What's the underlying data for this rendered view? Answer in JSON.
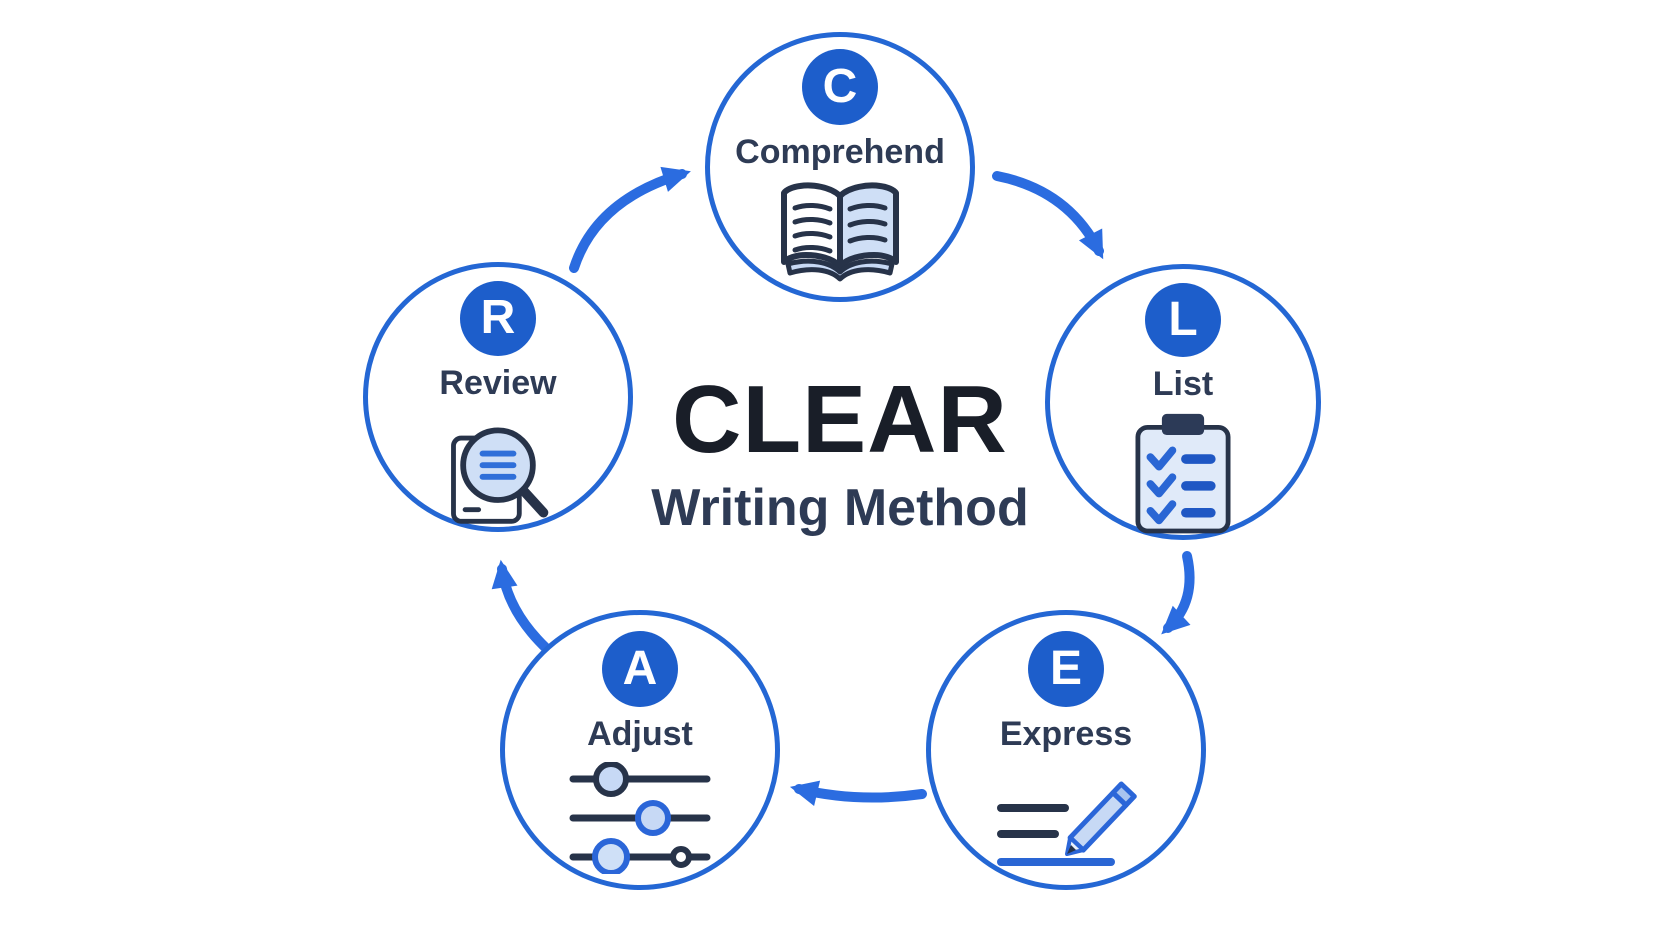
{
  "title": {
    "main": "CLEAR",
    "subtitle": "Writing Method"
  },
  "nodes": [
    {
      "letter": "C",
      "label": "Comprehend",
      "icon": "open-book-icon"
    },
    {
      "letter": "L",
      "label": "List",
      "icon": "checklist-clipboard-icon"
    },
    {
      "letter": "E",
      "label": "Express",
      "icon": "pencil-writing-icon"
    },
    {
      "letter": "A",
      "label": "Adjust",
      "icon": "sliders-icon"
    },
    {
      "letter": "R",
      "label": "Review",
      "icon": "magnifier-document-icon"
    }
  ],
  "flow_cycle": [
    "Review → Comprehend",
    "Comprehend → List",
    "List → Express",
    "Express → Adjust",
    "Adjust → Review"
  ],
  "colors": {
    "badge_blue": "#1d5ecb",
    "circle_stroke_blue": "#2467d4",
    "arrow_blue": "#2b6ce0",
    "label_navy": "#2e3b55",
    "title_black": "#191e28",
    "icon_dark_navy": "#273349",
    "icon_light_blue": "#c7d9f5",
    "clipboard_panel_blue": "#e0eaf9",
    "check_blue": "#2a66d4",
    "background": "#ffffff"
  }
}
